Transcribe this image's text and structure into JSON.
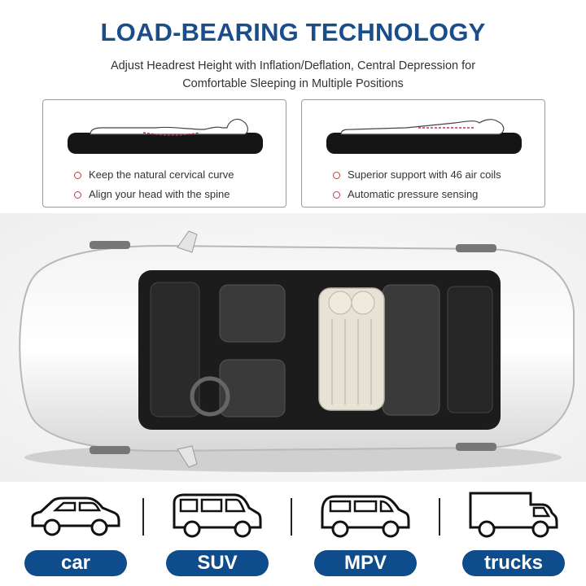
{
  "header": {
    "title": "LOAD-BEARING TECHNOLOGY",
    "subtitle_line1": "Adjust Headrest Height with Inflation/Deflation, Central Depression for",
    "subtitle_line2": "Comfortable Sleeping in Multiple Positions"
  },
  "panels": {
    "left": {
      "bullets": [
        "Keep the natural cervical curve",
        "Align your head with the spine"
      ]
    },
    "right": {
      "bullets": [
        "Superior support with 46 air coils",
        "Automatic pressure sensing"
      ]
    }
  },
  "vehicles": [
    {
      "label": "car",
      "icon": "car-icon"
    },
    {
      "label": "SUV",
      "icon": "suv-icon"
    },
    {
      "label": "MPV",
      "icon": "mpv-icon"
    },
    {
      "label": "trucks",
      "icon": "truck-icon"
    }
  ],
  "colors": {
    "title": "#1a4e8a",
    "pill": "#0f4c8c",
    "bullet": "#d9342b"
  }
}
